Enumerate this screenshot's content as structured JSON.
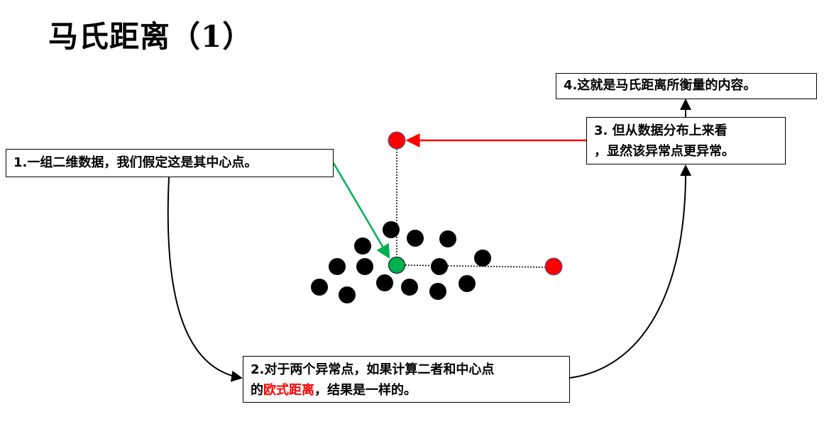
{
  "title": "马氏距离（1）",
  "boxes": {
    "b1": "1.一组二维数据，我们假定这是其中心点。",
    "b2_line1": "2.对于两个异常点，如果计算二者和中心点",
    "b2_line2_pre": "的",
    "b2_line2_red": "欧式距离",
    "b2_line2_post": "，结果是一样的。",
    "b3_line1": "3. 但从数据分布上来看",
    "b3_line2": "，显然该异常点更异常。",
    "b4": "4.这就是马氏距离所衡量的内容。"
  },
  "colors": {
    "center": "#00b050",
    "outlier": "#ff0000",
    "data": "#000000",
    "highlight": "#ff0000"
  }
}
